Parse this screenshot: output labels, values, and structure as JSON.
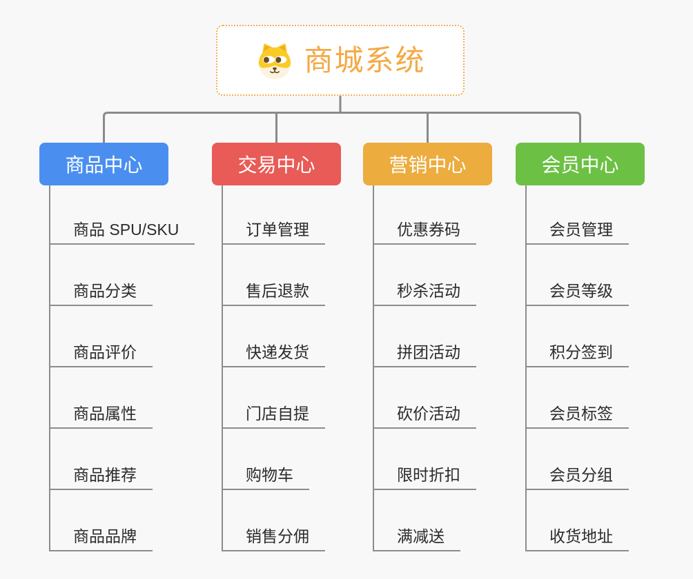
{
  "root": {
    "title": "商城系统",
    "icon": "doge-icon",
    "title_color": "#f5a843",
    "border_color": "#f0ae55"
  },
  "connector_color": "#8a8a8a",
  "branches": [
    {
      "label": "商品中心",
      "color": "#4a8ff0",
      "children": [
        "商品 SPU/SKU",
        "商品分类",
        "商品评价",
        "商品属性",
        "商品推荐",
        "商品品牌"
      ]
    },
    {
      "label": "交易中心",
      "color": "#e85b57",
      "children": [
        "订单管理",
        "售后退款",
        "快递发货",
        "门店自提",
        "购物车",
        "销售分佣"
      ]
    },
    {
      "label": "营销中心",
      "color": "#ecac3e",
      "children": [
        "优惠券码",
        "秒杀活动",
        "拼团活动",
        "砍价活动",
        "限时折扣",
        "满减送"
      ]
    },
    {
      "label": "会员中心",
      "color": "#6cc144",
      "children": [
        "会员管理",
        "会员等级",
        "积分签到",
        "会员标签",
        "会员分组",
        "收货地址"
      ]
    }
  ]
}
